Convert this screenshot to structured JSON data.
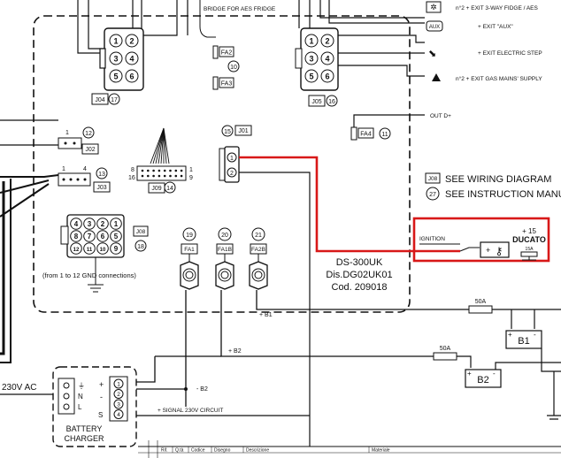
{
  "header": {
    "bridge_label": "BRIDGE FOR AES FRIDGE"
  },
  "legend_top": [
    {
      "icon": "fan-icon",
      "text": "n°2 + EXIT 3-WAY FIDGE / AES"
    },
    {
      "icon": "aux-box-icon",
      "box_text": "AUX",
      "text": "+ EXIT \"AUX\""
    },
    {
      "icon": "step-icon",
      "text": "+ EXIT ELECTRIC STEP"
    },
    {
      "icon": "flame-icon",
      "text": "n°2 + EXIT GAS MAINS' SUPPLY"
    }
  ],
  "connectors": {
    "j04": {
      "label": "J04",
      "ref": "17",
      "pins": [
        "1",
        "2",
        "3",
        "4",
        "5",
        "6"
      ]
    },
    "j05": {
      "label": "J05",
      "ref": "16",
      "pins": [
        "1",
        "2",
        "3",
        "4",
        "5",
        "6"
      ]
    },
    "j01": {
      "label": "J01",
      "ref": "15",
      "pins": [
        "1",
        "2"
      ]
    },
    "j02": {
      "label": "J02",
      "ref": "12",
      "pin": "1"
    },
    "j03": {
      "label": "J03",
      "ref": "13",
      "pin_start": "1",
      "pin_end": "4"
    },
    "j09": {
      "label": "J09",
      "ref": "14",
      "top_left": "8",
      "bottom_left": "16",
      "top_right": "1",
      "bottom_right": "9"
    },
    "j08": {
      "label": "J08",
      "ref": "18",
      "pins": [
        "1",
        "2",
        "3",
        "4",
        "5",
        "6",
        "7",
        "8",
        "9",
        "10",
        "11",
        "12"
      ],
      "note": "(from 1 to 12 GND connections)"
    }
  },
  "fuses": {
    "fa2": "FA2",
    "fa2_ref": "10",
    "fa3": "FA3",
    "fa4": "FA4",
    "fa4_ref": "11",
    "fa1": "FA1",
    "fa1_ref": "19",
    "fa1b": "FA1B",
    "fa1b_ref": "20",
    "fa2b": "FA2B",
    "fa2b_ref": "21"
  },
  "out_d": "OUT D+",
  "notes": [
    {
      "tag": "J08",
      "text": "SEE WIRING DIAGRAM"
    },
    {
      "tag": "27",
      "text": "SEE INSTRUCTION MANU"
    }
  ],
  "ignition": {
    "label": "IGNITION",
    "top": "+ 15",
    "brand": "DUCATO",
    "fuse_rating": "15A"
  },
  "model": {
    "line1": "DS-300UK",
    "line2": "Dis.DG02UK01",
    "line3": "Cod. 209018"
  },
  "wires": {
    "b1": "+ B1",
    "b2": "+ B2",
    "minus_b2": "- B2",
    "signal": "+ SIGNAL 230V CIRCUIT"
  },
  "batteries": {
    "b1": "B1",
    "b1_fuse": "50A",
    "b2": "B2",
    "b2_fuse": "50A"
  },
  "ac_label": "230V AC",
  "charger": {
    "title_line1": "BATTERY",
    "title_line2": "CHARGER",
    "in_labels": [
      "N",
      "L"
    ],
    "out_plus": "+",
    "out_minus": "-",
    "out_s": "S",
    "pin_numbers": [
      "1",
      "2",
      "3",
      "4"
    ]
  },
  "table_header": [
    "Rif.",
    "Q.tà",
    "Codice",
    "Disegno",
    "Descrizione",
    "Materiale"
  ],
  "colors": {
    "highlight": "#d81818",
    "ink": "#111111"
  }
}
